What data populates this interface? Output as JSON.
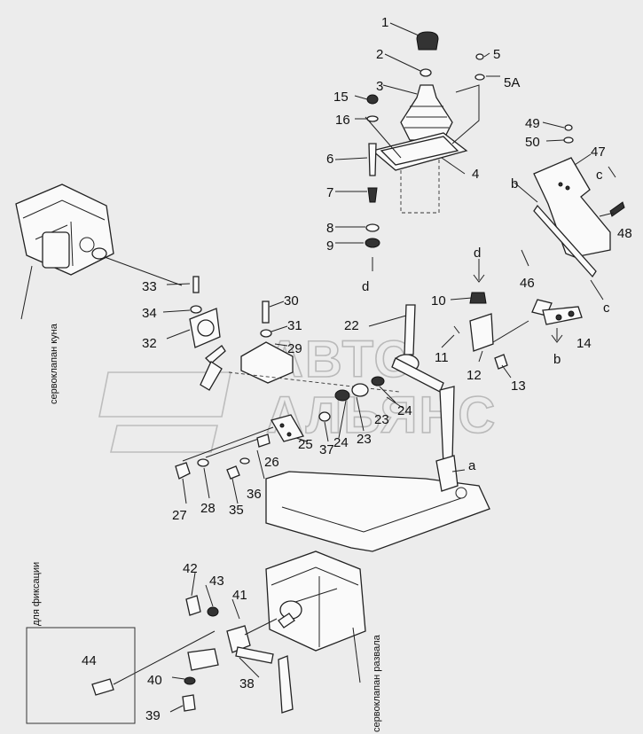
{
  "watermark": [
    "АВТО",
    "АЛЬЯНС"
  ],
  "annotations": {
    "servo_ku": "сервоклапан куна",
    "fixation": "для фиксации",
    "servo_razval": "сервоклапан развала"
  },
  "part_numbers": {
    "p1": "1",
    "p2": "2",
    "p3": "3",
    "p4": "4",
    "p5": "5",
    "p5a": "5A",
    "p6": "6",
    "p7": "7",
    "p8": "8",
    "p9": "9",
    "p10": "10",
    "p11": "11",
    "p12": "12",
    "p13": "13",
    "p14": "14",
    "p15": "15",
    "p16": "16",
    "p22": "22",
    "p23a": "23",
    "p23b": "23",
    "p24a": "24",
    "p24b": "24",
    "p25": "25",
    "p26": "26",
    "p27": "27",
    "p28": "28",
    "p29": "29",
    "p30": "30",
    "p31": "31",
    "p32": "32",
    "p33": "33",
    "p34": "34",
    "p35": "35",
    "p36": "36",
    "p37": "37",
    "p38": "38",
    "p39": "39",
    "p40": "40",
    "p41": "41",
    "p42": "42",
    "p43": "43",
    "p44": "44",
    "p46": "46",
    "p47": "47",
    "p48": "48",
    "p49": "49",
    "p50": "50"
  },
  "reference_letters": {
    "d1": "d",
    "d2": "d",
    "a": "a",
    "b1": "b",
    "b2": "b",
    "c1": "c",
    "c2": "c"
  }
}
